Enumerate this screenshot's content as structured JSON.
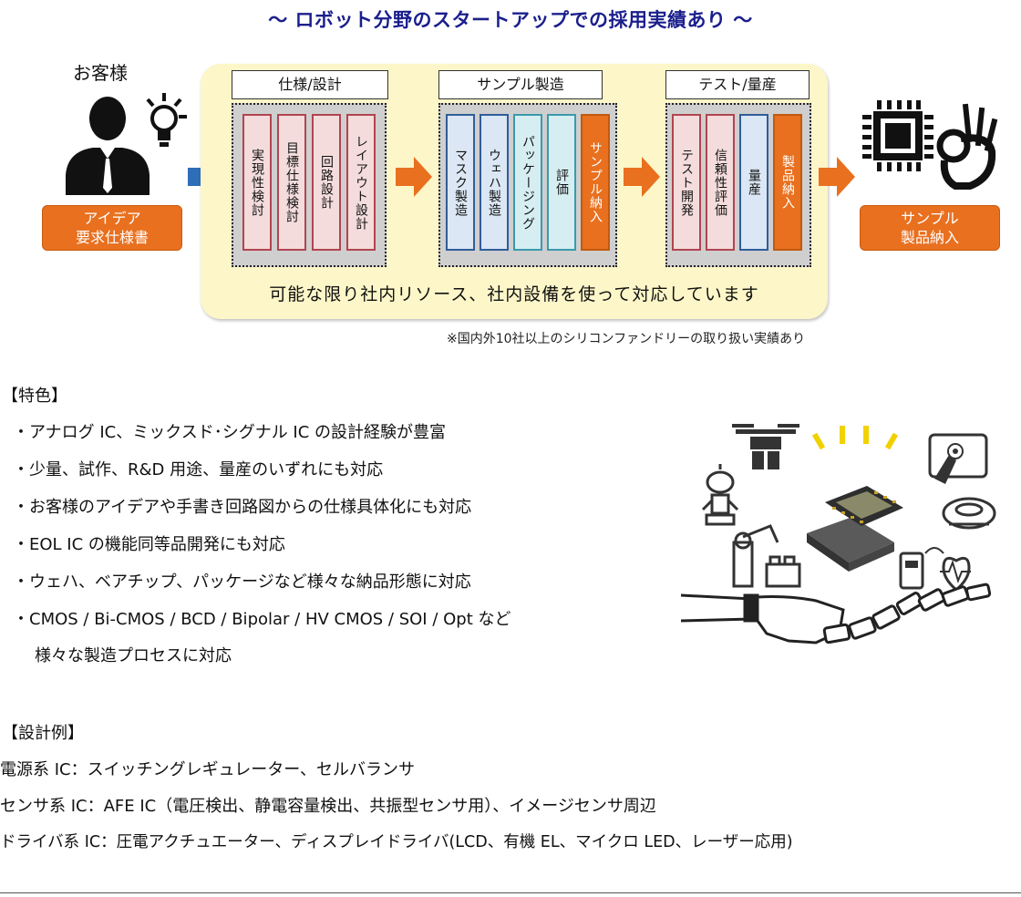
{
  "headline": "～ ロボット分野のスタートアップでの採用実績あり ～",
  "customer": {
    "label": "お客様",
    "box_line1": "アイデア",
    "box_line2": "要求仕様書"
  },
  "stages": [
    {
      "title": "仕様/設計",
      "steps": [
        {
          "label": "実現性検討",
          "style": "pink"
        },
        {
          "label": "目標仕様検討",
          "style": "pink"
        },
        {
          "label": "回路設計",
          "style": "pink"
        },
        {
          "label": "レイアウト設計",
          "style": "pink"
        }
      ]
    },
    {
      "title": "サンプル製造",
      "steps": [
        {
          "label": "マスク製造",
          "style": "blue"
        },
        {
          "label": "ウェハ製造",
          "style": "blue"
        },
        {
          "label": "パッケージング",
          "style": "cyan"
        },
        {
          "label": "評価",
          "style": "cyan"
        },
        {
          "label": "サンプル納入",
          "style": "orange"
        }
      ]
    },
    {
      "title": "テスト/量産",
      "steps": [
        {
          "label": "テスト開発",
          "style": "pink"
        },
        {
          "label": "信頼性評価",
          "style": "pink"
        },
        {
          "label": "量産",
          "style": "blue"
        },
        {
          "label": "製品納入",
          "style": "orange"
        }
      ]
    }
  ],
  "output_box": {
    "line1": "サンプル",
    "line2": "製品納入"
  },
  "flow_caption": "可能な限り社内リソース、社内設備を使って対応しています",
  "note": "※国内外10社以上のシリコンファンドリーの取り扱い実績あり",
  "features": {
    "title": "【特色】",
    "items": [
      "・アナログ IC、ミックスド･シグナル IC の設計経験が豊富",
      "・少量、試作、R&D 用途、量産のいずれにも対応",
      "・お客様のアイデアや手書き回路図からの仕様具体化にも対応",
      "・EOL IC の機能同等品開発にも対応",
      "・ウェハ、ベアチップ、パッケージなど様々な納品形態に対応",
      "・CMOS / Bi-CMOS / BCD / Bipolar / HV CMOS / SOI / Opt など",
      "様々な製造プロセスに対応"
    ]
  },
  "design_examples": {
    "title": "【設計例】",
    "items": [
      "電源系 IC：スイッチングレギュレーター、セルバランサ",
      "センサ系 IC：AFE IC（電圧検出、静電容量検出、共振型センサ用）、イメージセンサ周辺",
      "ドライバ系 IC：圧電アクチュエーター、ディスプレイドライバ(LCD、有機 EL、マイクロ LED、レーザー応用)"
    ]
  },
  "colors": {
    "accent_orange": "#e8701f",
    "arrow_blue": "#2e6db8",
    "flow_bg": "#fdf6c8",
    "headline_navy": "#1a1f8c"
  },
  "icons": [
    "person-icon",
    "lightbulb-icon",
    "chip-icon",
    "ok-hand-icon",
    "drone-icon",
    "robot-icon",
    "touch-panel-icon",
    "robot-vacuum-icon",
    "robot-arm-icon",
    "health-monitor-icon",
    "robot-hand-icon",
    "ic-chip-icon"
  ]
}
